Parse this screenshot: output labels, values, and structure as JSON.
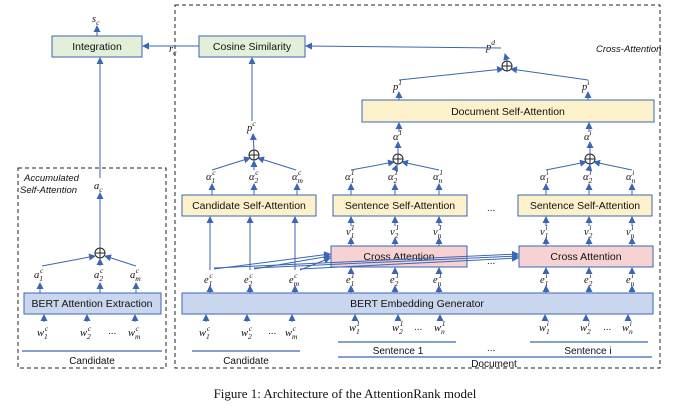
{
  "figure": {
    "caption": "Figure 1: Architecture of the AttentionRank model",
    "regions": {
      "accumulated_title_line1": "Accumulated",
      "accumulated_title_line2": "Self-Attention",
      "cross_title": "Cross-Attention"
    },
    "boxes": {
      "integration": "Integration",
      "cosine": "Cosine Similarity",
      "doc_self_attention": "Document Self-Attention",
      "candidate_self_attention": "Candidate Self-Attention",
      "sentence_self_attention_1": "Sentence Self-Attention",
      "sentence_self_attention_i": "Sentence Self-Attention",
      "cross_attention_1": "Cross Attention",
      "cross_attention_i": "Cross Attention",
      "bert_attention_extraction": "BERT Attention Extraction",
      "bert_embedding_generator": "BERT Embedding Generator"
    },
    "group_labels": {
      "candidate_left": "Candidate",
      "candidate_right": "Candidate",
      "sentence_1": "Sentence 1",
      "sentence_i": "Sentence i",
      "document": "Document"
    },
    "ellipsis": "...",
    "colors": {
      "green_box": "#e3efd9",
      "yellow_box": "#fdf1cc",
      "pink_box": "#f6d3d2",
      "blue_box": "#c9d6ee",
      "box_border": "#3a66b5",
      "arrow": "#3a66b5"
    }
  }
}
